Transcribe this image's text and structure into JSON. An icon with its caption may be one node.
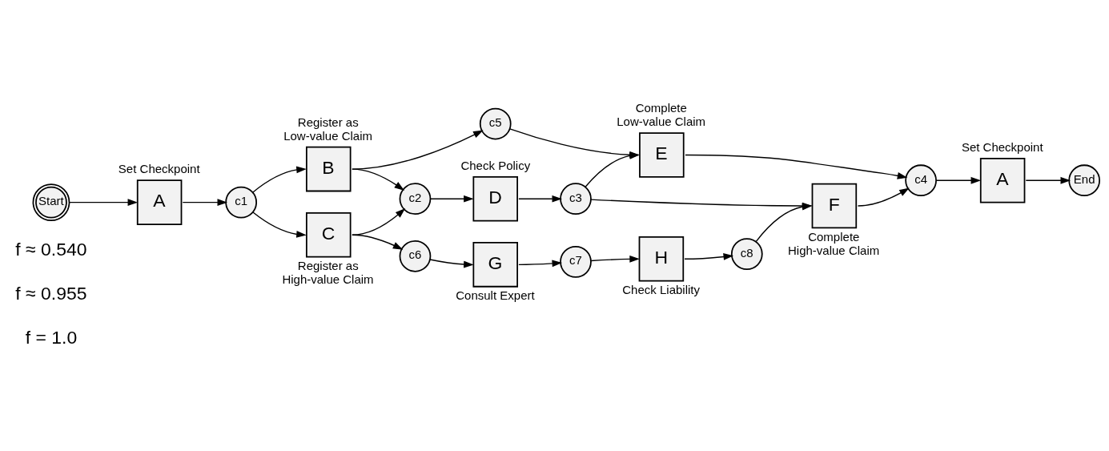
{
  "diagram": {
    "nodes": [
      {
        "text": [
          "Start"
        ]
      },
      {
        "text": [
          "A"
        ],
        "beside": [
          "Set Checkpoint"
        ]
      },
      {
        "text": [
          "c1"
        ]
      },
      {
        "text": [
          "B"
        ],
        "beside": [
          "Register as Low-value Claim"
        ]
      },
      {
        "text": [
          "C"
        ],
        "beside": [
          "Register as High-value Claim"
        ]
      },
      {
        "text": [
          "c2"
        ]
      },
      {
        "text": [
          "c5"
        ]
      },
      {
        "text": [
          "D"
        ],
        "beside": [
          "Check Policy"
        ]
      },
      {
        "text": [
          "c6"
        ]
      },
      {
        "text": [
          "G"
        ],
        "beside": [
          "Consult Expert"
        ]
      },
      {
        "text": [
          "c7"
        ]
      },
      {
        "text": [
          "H"
        ],
        "beside": [
          "Check Liability"
        ]
      },
      {
        "text": [
          "c8"
        ]
      },
      {
        "text": [
          "c3"
        ]
      },
      {
        "text": [
          "E"
        ],
        "beside": [
          "Complete Low-value Claim"
        ]
      },
      {
        "text": [
          "F"
        ],
        "beside": [
          "Complete High-value Claim"
        ]
      },
      {
        "text": [
          "c4"
        ]
      },
      {
        "text": [
          "A"
        ],
        "beside": [
          "Set Checkpoint"
        ]
      },
      {
        "text": [
          "End"
        ]
      }
    ],
    "edges": [
      {
        "from": 0,
        "to": 1,
        "arrow": "to"
      },
      {
        "from": 1,
        "to": 2,
        "arrow": "to"
      },
      {
        "from": 2,
        "to": 3,
        "arrow": "to"
      },
      {
        "from": 2,
        "to": 4,
        "arrow": "to"
      },
      {
        "from": 3,
        "to": 6,
        "arrow": "to"
      },
      {
        "from": 3,
        "to": 5,
        "arrow": "to"
      },
      {
        "from": 4,
        "to": 5,
        "arrow": "to"
      },
      {
        "from": 4,
        "to": 8,
        "arrow": "to"
      },
      {
        "from": 5,
        "to": 7,
        "arrow": "to"
      },
      {
        "from": 7,
        "to": 13,
        "arrow": "to"
      },
      {
        "from": 8,
        "to": 9,
        "arrow": "to"
      },
      {
        "from": 9,
        "to": 10,
        "arrow": "to"
      },
      {
        "from": 10,
        "to": 11,
        "arrow": "to"
      },
      {
        "from": 11,
        "to": 12,
        "arrow": "to"
      },
      {
        "from": 6,
        "to": 14,
        "arrow": "to"
      },
      {
        "from": 13,
        "to": 14,
        "arrow": "to"
      },
      {
        "from": 13,
        "to": 15,
        "arrow": "to"
      },
      {
        "from": 12,
        "to": 15,
        "arrow": "to"
      },
      {
        "from": 14,
        "to": 16,
        "arrow": "to"
      },
      {
        "from": 15,
        "to": 16,
        "arrow": "to"
      },
      {
        "from": 16,
        "to": 17,
        "arrow": "to"
      },
      {
        "from": 17,
        "to": 18,
        "arrow": "to"
      }
    ],
    "labels": [
      "f = 1.0",
      "f ≈ 0.955",
      "f ≈ 0.540"
    ]
  }
}
